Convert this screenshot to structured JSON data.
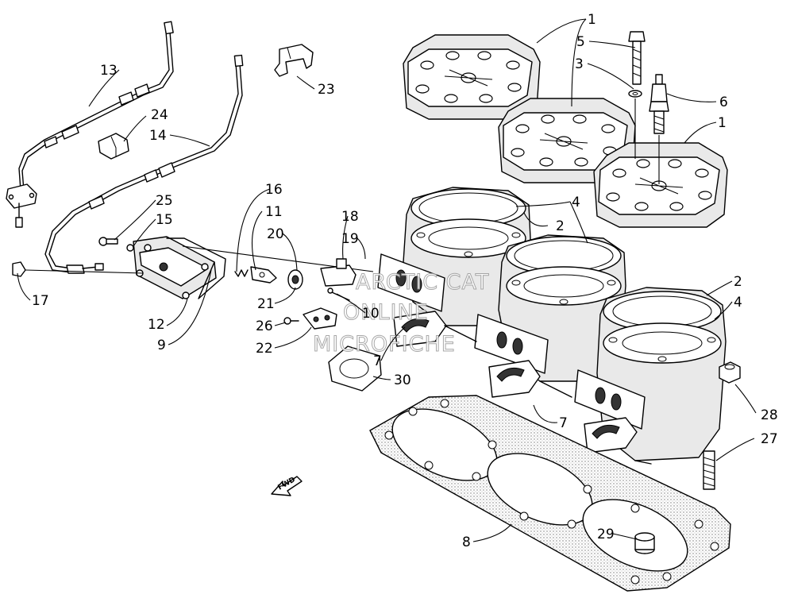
{
  "watermark": [
    "ARCTIC CAT",
    "ONLINE",
    "MICROFICHE"
  ],
  "fwd_label": "FWD",
  "callouts": [
    {
      "id": "c1a",
      "text": "1"
    },
    {
      "id": "c1b",
      "text": "1"
    },
    {
      "id": "c2a",
      "text": "2"
    },
    {
      "id": "c2b",
      "text": "2"
    },
    {
      "id": "c3",
      "text": "3"
    },
    {
      "id": "c4a",
      "text": "4"
    },
    {
      "id": "c4b",
      "text": "4"
    },
    {
      "id": "c5",
      "text": "5"
    },
    {
      "id": "c6",
      "text": "6"
    },
    {
      "id": "c7a",
      "text": "7"
    },
    {
      "id": "c7b",
      "text": "7"
    },
    {
      "id": "c8",
      "text": "8"
    },
    {
      "id": "c9",
      "text": "9"
    },
    {
      "id": "c10",
      "text": "10"
    },
    {
      "id": "c11",
      "text": "11"
    },
    {
      "id": "c12",
      "text": "12"
    },
    {
      "id": "c13",
      "text": "13"
    },
    {
      "id": "c14",
      "text": "14"
    },
    {
      "id": "c15",
      "text": "15"
    },
    {
      "id": "c16",
      "text": "16"
    },
    {
      "id": "c17",
      "text": "17"
    },
    {
      "id": "c18",
      "text": "18"
    },
    {
      "id": "c19",
      "text": "19"
    },
    {
      "id": "c20",
      "text": "20"
    },
    {
      "id": "c21",
      "text": "21"
    },
    {
      "id": "c22",
      "text": "22"
    },
    {
      "id": "c23",
      "text": "23"
    },
    {
      "id": "c24",
      "text": "24"
    },
    {
      "id": "c25",
      "text": "25"
    },
    {
      "id": "c26",
      "text": "26"
    },
    {
      "id": "c27",
      "text": "27"
    },
    {
      "id": "c28",
      "text": "28"
    },
    {
      "id": "c29",
      "text": "29"
    },
    {
      "id": "c30",
      "text": "30"
    }
  ]
}
